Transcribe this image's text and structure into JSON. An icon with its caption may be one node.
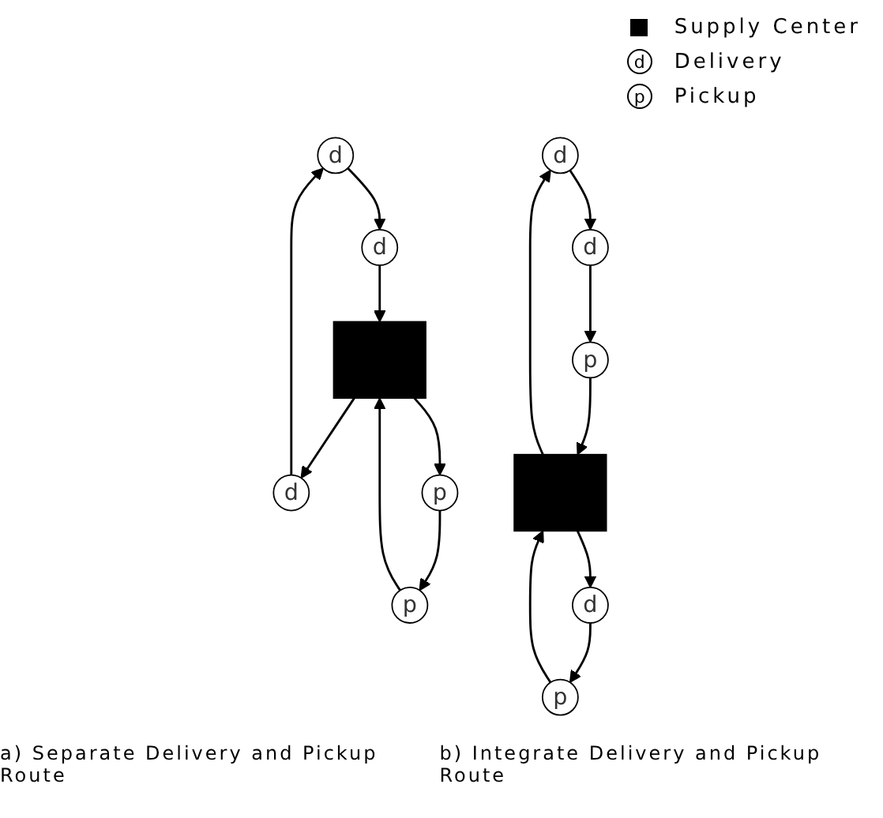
{
  "diagram": {
    "nodes": [
      {
        "text": [
          "d"
        ]
      },
      {
        "text": [
          "p"
        ]
      },
      {
        "text": [
          "d"
        ]
      },
      {
        "text": [],
        "shape": "box"
      },
      {
        "text": [
          "d"
        ]
      },
      {
        "text": [
          "p"
        ]
      },
      {
        "text": [
          "d"
        ]
      },
      {
        "text": [
          "p"
        ]
      },
      {
        "text": [
          "d"
        ]
      },
      {
        "text": [],
        "shape": "box"
      },
      {
        "text": [
          "d"
        ]
      },
      {
        "text": [
          "p"
        ]
      }
    ],
    "edges": [
      {
        "from": 0,
        "to": 2,
        "arrow": "to"
      },
      {
        "from": 2,
        "to": 3,
        "arrow": "to"
      },
      {
        "from": 3,
        "to": 5,
        "arrow": "to"
      },
      {
        "from": 5,
        "to": 1,
        "arrow": "to"
      },
      {
        "from": 1,
        "to": 3,
        "arrow": "to"
      },
      {
        "from": 3,
        "to": 4,
        "arrow": "to"
      },
      {
        "from": 4,
        "to": 0,
        "arrow": "to"
      },
      {
        "from": 9,
        "to": 6,
        "arrow": "to"
      },
      {
        "from": 6,
        "to": 8,
        "arrow": "to"
      },
      {
        "from": 8,
        "to": 11,
        "arrow": "to"
      },
      {
        "from": 11,
        "to": 9,
        "arrow": "to"
      },
      {
        "from": 7,
        "to": 9,
        "arrow": "to"
      },
      {
        "from": 9,
        "to": 10,
        "arrow": "to"
      },
      {
        "from": 10,
        "to": 7,
        "arrow": "to"
      }
    ],
    "labels": [
      "d",
      "p",
      "a) Separate Delivery and Pickup Route",
      "b) Integrate Delivery and Pickup Route"
    ],
    "legend": [
      {
        "text": "Supply Center"
      },
      {
        "text": "Delivery"
      },
      {
        "text": "Pickup"
      }
    ]
  }
}
